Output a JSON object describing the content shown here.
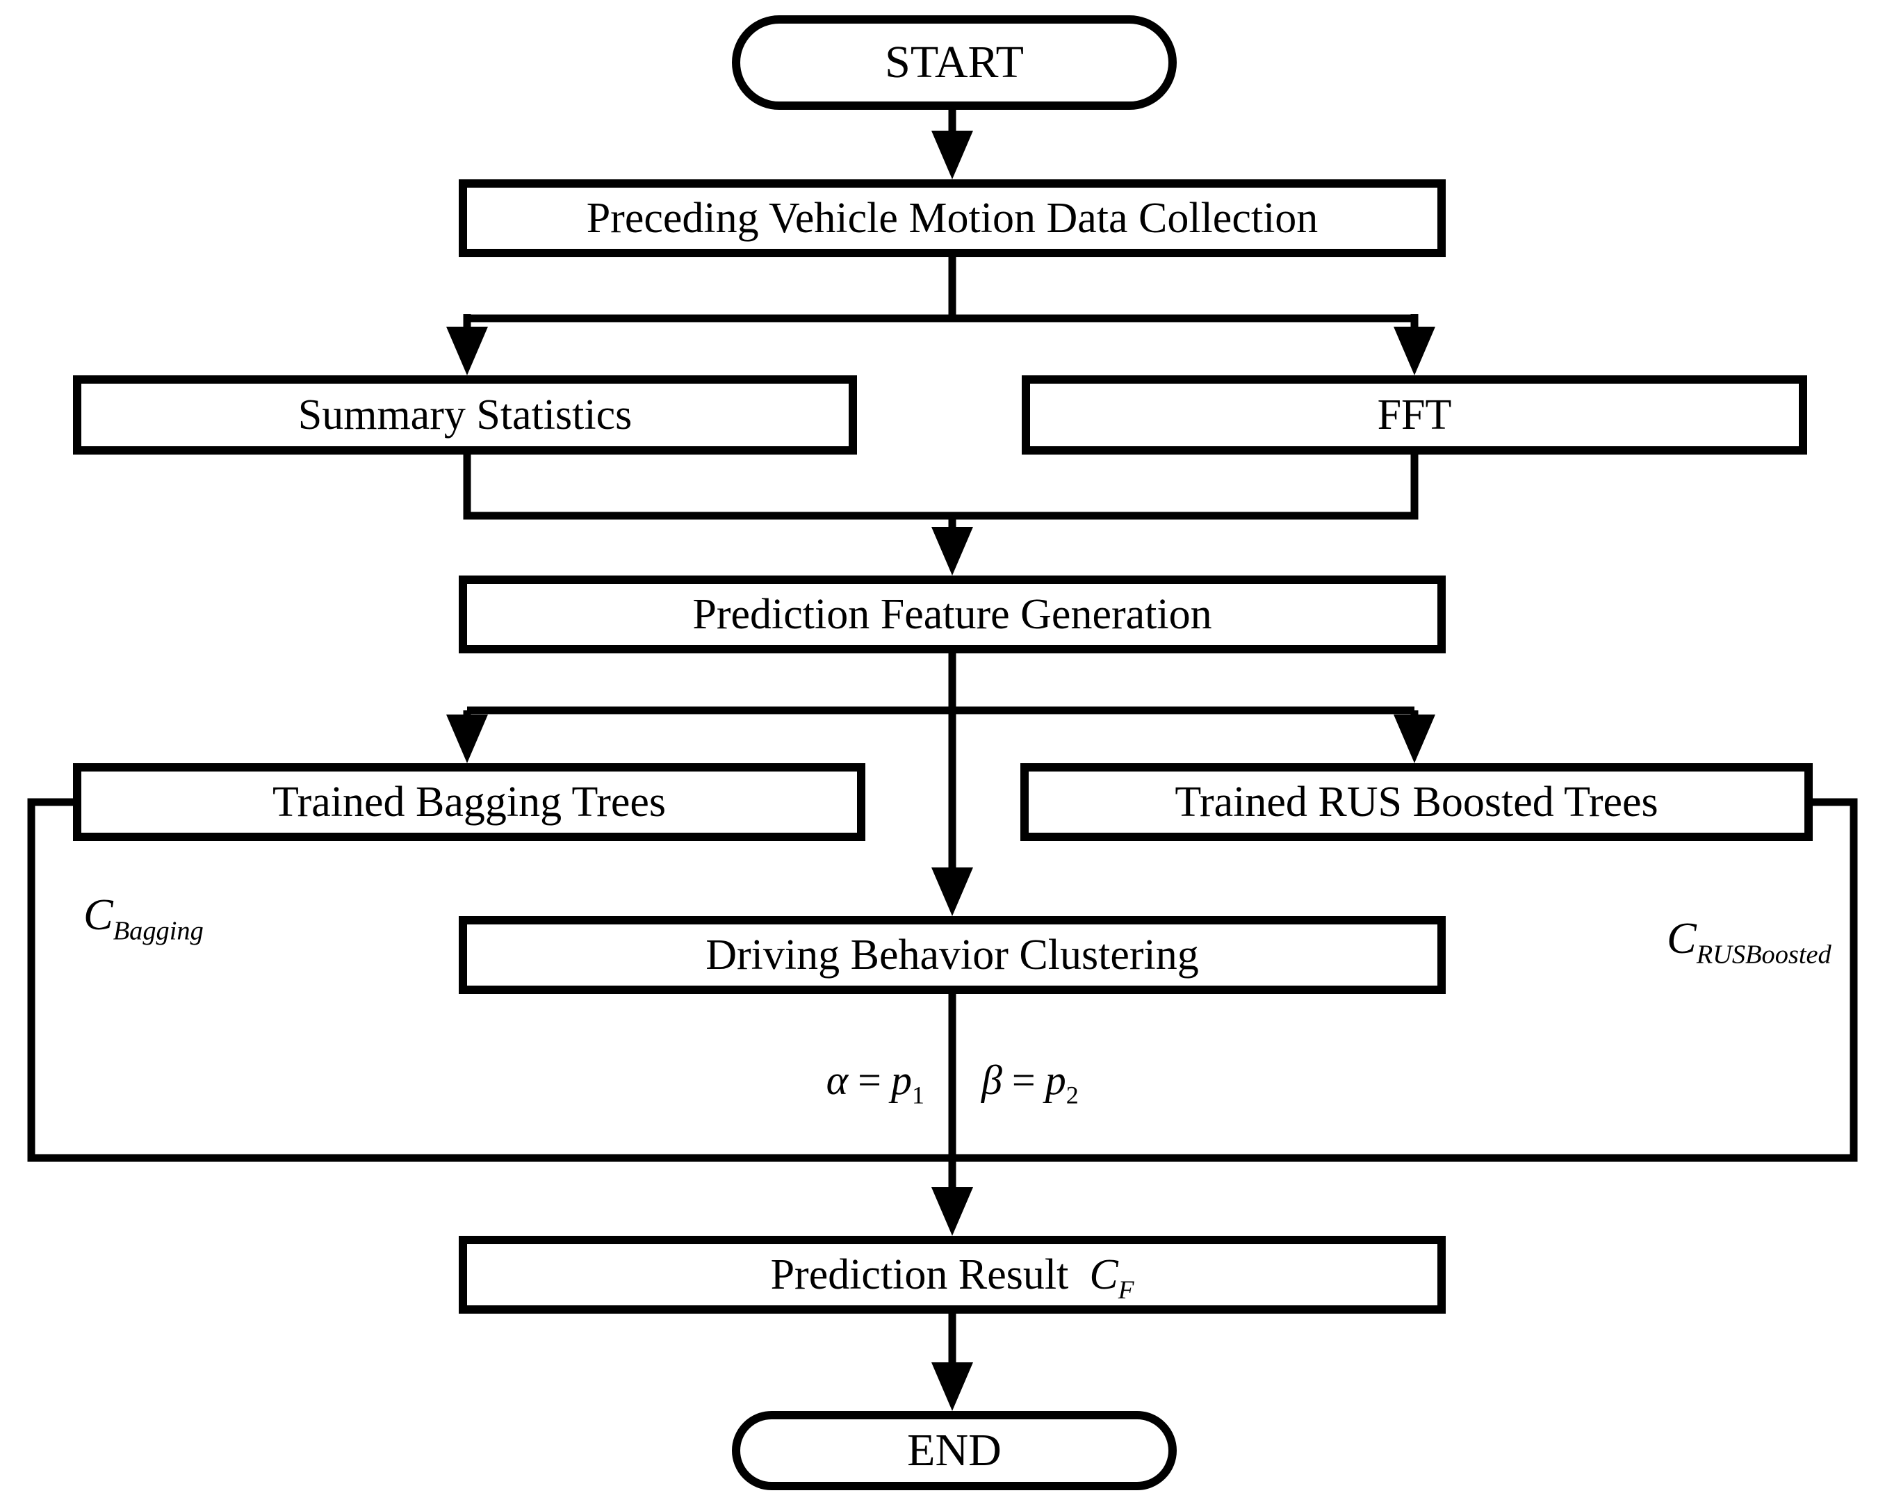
{
  "figure": {
    "background": "#ffffff",
    "line_color": "#000000",
    "box_fill": "#ffffff",
    "nodes": {
      "start": "START",
      "data_collection": "Preceding Vehicle Motion Data Collection",
      "summary_statistics": "Summary Statistics",
      "fft": "FFT",
      "feature_generation": "Prediction Feature Generation",
      "bagging_trees": "Trained Bagging Trees",
      "rus_boosted_trees": "Trained RUS Boosted Trees",
      "behavior_clustering": "Driving Behavior Clustering",
      "prediction_result": "Prediction Result",
      "end": "END"
    },
    "symbols": {
      "bagging_output": {
        "base": "C",
        "sub": "Bagging"
      },
      "rusboosted_output": {
        "base": "C",
        "sub": "RUSBoosted"
      },
      "final_output": {
        "base": "C",
        "sub": "F"
      },
      "alpha_assignment": {
        "base": "α",
        "eq": "=",
        "var": "p",
        "sub": "1"
      },
      "beta_assignment": {
        "base": "β",
        "eq": "=",
        "var": "p",
        "sub": "2"
      }
    }
  }
}
